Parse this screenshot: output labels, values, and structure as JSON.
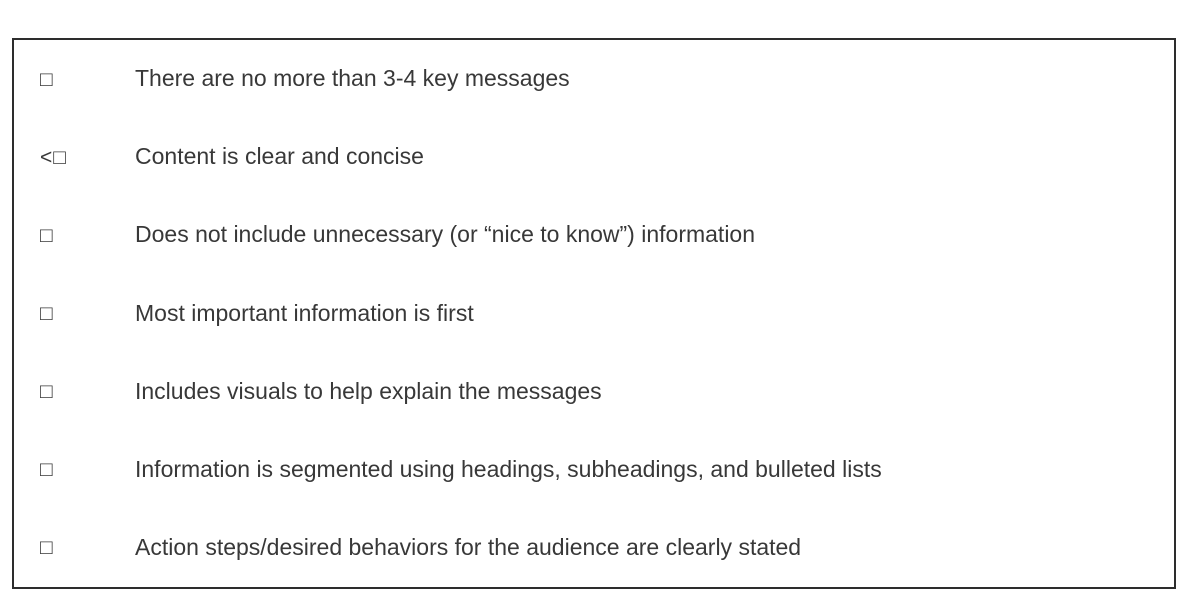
{
  "checklist": {
    "items": [
      {
        "marker": "□",
        "label": "There are no more than 3-4 key messages"
      },
      {
        "marker": "<□",
        "label": "Content is clear and concise"
      },
      {
        "marker": "□",
        "label": "Does not include unnecessary (or “nice to know”) information"
      },
      {
        "marker": "□",
        "label": "Most important information is first"
      },
      {
        "marker": "□",
        "label": "Includes visuals to help explain the messages"
      },
      {
        "marker": "□",
        "label": "Information is segmented using headings, subheadings, and bulleted lists"
      },
      {
        "marker": "□",
        "label": "Action steps/desired behaviors for the audience are clearly stated"
      }
    ]
  },
  "colors": {
    "text": "#383838",
    "border": "#2d2d2d",
    "background": "#ffffff"
  }
}
